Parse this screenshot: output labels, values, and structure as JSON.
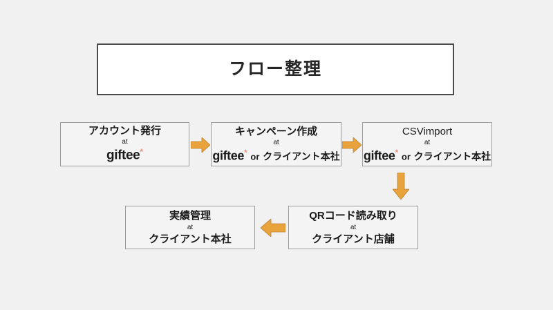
{
  "slide": {
    "background_color": "#f1f1f1",
    "title": {
      "text": "フロー整理",
      "border_color": "#4a4a4a",
      "fill_color": "#ffffff"
    },
    "theme": {
      "arrow_color": "#e8a33d",
      "arrow_border_color": "#b9822f",
      "box_border_color": "#9a9a9a",
      "box_fill_color": "#f4f4f4",
      "asterisk_color": "#e8947e",
      "text_color": "#1a1a1a"
    },
    "steps": [
      {
        "id": "account",
        "action": "アカウント発行",
        "at": "at",
        "brand": "giftee",
        "asterisk": "*",
        "conjunction": "",
        "org": ""
      },
      {
        "id": "campaign",
        "action": "キャンペーン作成",
        "at": "at",
        "brand": "giftee",
        "asterisk": "*",
        "conjunction": "or",
        "org": "クライアント本社"
      },
      {
        "id": "csvimport",
        "action": "CSVimport",
        "at": "at",
        "brand": "giftee",
        "asterisk": "*",
        "conjunction": "or",
        "org": "クライアント本社"
      },
      {
        "id": "qrscan",
        "action": "QRコード読み取り",
        "at": "at",
        "brand": "",
        "asterisk": "",
        "conjunction": "",
        "org": "クライアント店舗"
      },
      {
        "id": "result",
        "action": "実績管理",
        "at": "at",
        "brand": "",
        "asterisk": "",
        "conjunction": "",
        "org": "クライアント本社"
      }
    ],
    "arrows": [
      {
        "id": "account-to-campaign",
        "direction": "right"
      },
      {
        "id": "campaign-to-csvimport",
        "direction": "right"
      },
      {
        "id": "csvimport-to-qrscan",
        "direction": "down"
      },
      {
        "id": "qrscan-to-result",
        "direction": "left"
      }
    ]
  }
}
